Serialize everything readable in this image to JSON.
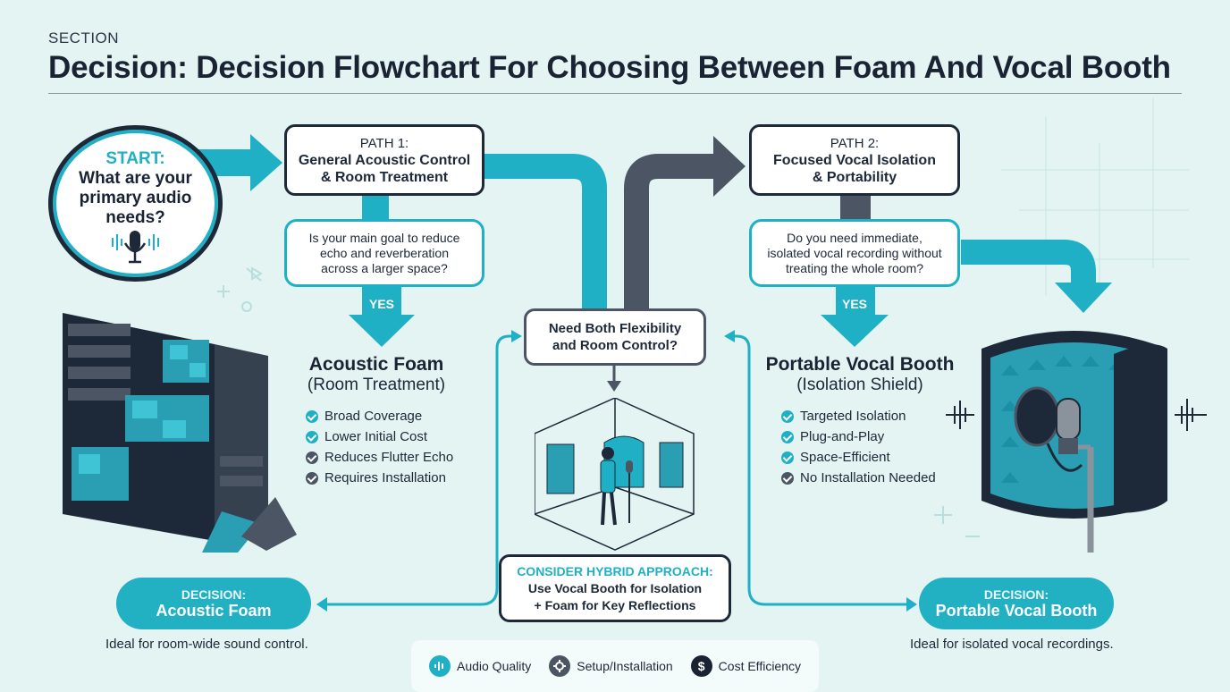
{
  "header": {
    "kicker": "SECTION",
    "title": "Decision: Decision Flowchart For Choosing Between Foam And Vocal Booth"
  },
  "start": {
    "label": "START:",
    "question_lines": [
      "What are your",
      "primary audio",
      "needs?"
    ],
    "icon": "microphone-icon"
  },
  "path1": {
    "label": "PATH 1:",
    "title_lines": [
      "General Acoustic Control",
      "& Room Treatment"
    ],
    "question_lines": [
      "Is your main goal to reduce",
      "echo and reverberation",
      "across a larger space?"
    ],
    "yes": "YES",
    "result_title": "Acoustic Foam",
    "result_sub": "(Room Treatment)",
    "features": [
      {
        "text": "Broad Coverage",
        "icon": "check-teal"
      },
      {
        "text": "Lower Initial Cost",
        "icon": "check-teal"
      },
      {
        "text": "Reduces Flutter Echo",
        "icon": "check-grey"
      },
      {
        "text": "Requires Installation",
        "icon": "check-grey"
      }
    ],
    "decision_label": "DECISION:",
    "decision_value": "Acoustic Foam",
    "decision_caption": "Ideal for room-wide sound control."
  },
  "path2": {
    "label": "PATH 2:",
    "title_lines": [
      "Focused Vocal Isolation",
      "& Portability"
    ],
    "question_lines": [
      "Do you need immediate,",
      "isolated vocal recording without",
      "treating the whole room?"
    ],
    "yes": "YES",
    "result_title": "Portable Vocal Booth",
    "result_sub": "(Isolation Shield)",
    "features": [
      {
        "text": "Targeted Isolation",
        "icon": "check-teal"
      },
      {
        "text": "Plug-and-Play",
        "icon": "check-teal"
      },
      {
        "text": "Space-Efficient",
        "icon": "check-teal"
      },
      {
        "text": "No Installation Needed",
        "icon": "check-grey"
      }
    ],
    "decision_label": "DECISION:",
    "decision_value": "Portable Vocal Booth",
    "decision_caption": "Ideal for isolated vocal recordings."
  },
  "middle": {
    "question_lines": [
      "Need Both Flexibility",
      "and Room Control?"
    ],
    "hybrid_title": "CONSIDER HYBRID APPROACH:",
    "hybrid_lines": [
      "Use Vocal Booth for Isolation",
      "+ Foam for Key Reflections"
    ]
  },
  "legend": [
    {
      "label": "Audio Quality",
      "icon": "waveform-icon",
      "color": "#1fb0c6"
    },
    {
      "label": "Setup/Installation",
      "icon": "gear-icon",
      "color": "#4b5563"
    },
    {
      "label": "Cost Efficiency",
      "icon": "dollar-icon",
      "color": "#1a2333",
      "glyph": "$"
    }
  ],
  "colors": {
    "teal": "#1fb0c6",
    "navy": "#1d2838",
    "slate": "#4b5563",
    "background": "#e3f4f2"
  }
}
